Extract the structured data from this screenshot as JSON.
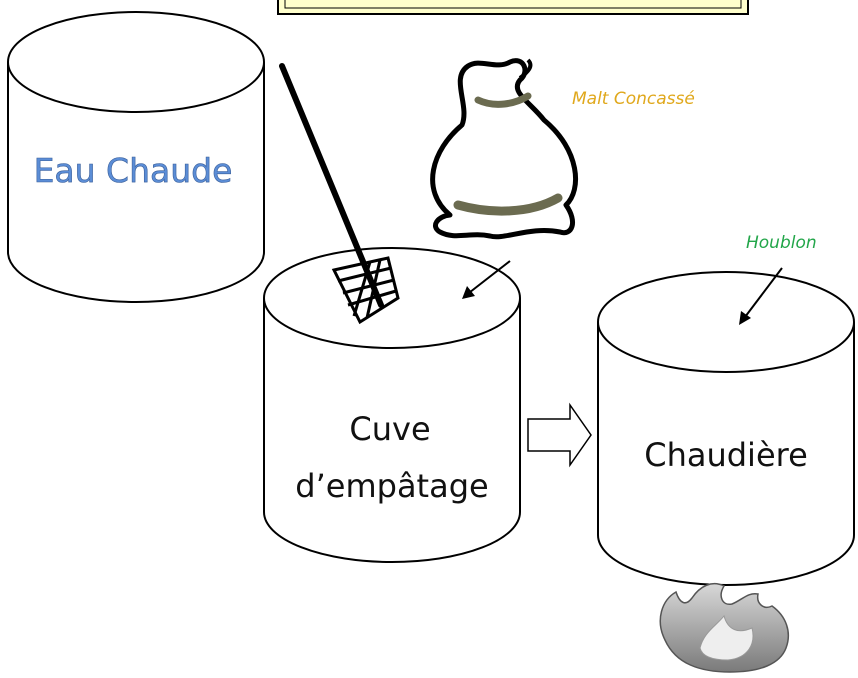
{
  "diagram": {
    "tanks": {
      "hot_water": "Eau Chaude",
      "mash_tun_line1": "Cuve",
      "mash_tun_line2": "d’empâtage",
      "boiler": "Chaudière"
    },
    "ingredients": {
      "malt": "Malt Concassé",
      "hops": "Houblon"
    },
    "colors": {
      "hot_water_text": "#5b8dd6",
      "malt_text": "#e0a81c",
      "hops_text": "#23a64a",
      "title_box_fill": "#ffffcc",
      "stroke": "#000000"
    },
    "icons": [
      "mash-paddle-icon",
      "malt-sack-icon",
      "flame-icon",
      "process-arrow-icon"
    ]
  }
}
